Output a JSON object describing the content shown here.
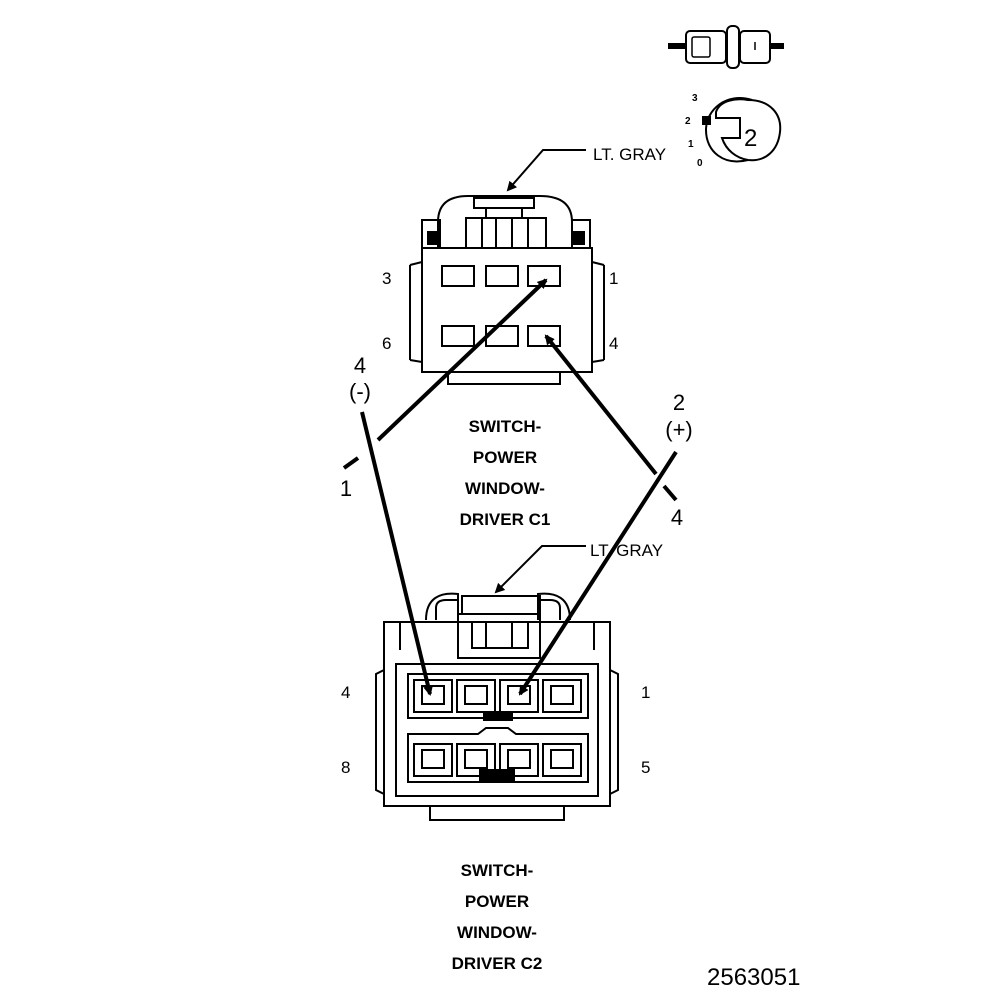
{
  "connector_c1": {
    "color_label": "LT. GRAY",
    "title_lines": [
      "SWITCH-",
      "POWER",
      "WINDOW-",
      "DRIVER C1"
    ],
    "pins": {
      "top_left": "3",
      "top_right": "1",
      "bottom_left": "6",
      "bottom_right": "4"
    }
  },
  "connector_c2": {
    "color_label": "LT. GRAY",
    "title_lines": [
      "SWITCH-",
      "POWER",
      "WINDOW-",
      "DRIVER C2"
    ],
    "pins": {
      "top_left": "4",
      "top_right": "1",
      "bottom_left": "8",
      "bottom_right": "5"
    }
  },
  "probe_negative": {
    "lead": "4",
    "polarity": "(-)",
    "cut_label": "1"
  },
  "probe_positive": {
    "lead": "2",
    "polarity": "(+)",
    "cut_label": "4"
  },
  "key_icon": {
    "positions": [
      "3",
      "2",
      "1",
      "0"
    ],
    "selected": "2"
  },
  "figure_number": "2563051"
}
